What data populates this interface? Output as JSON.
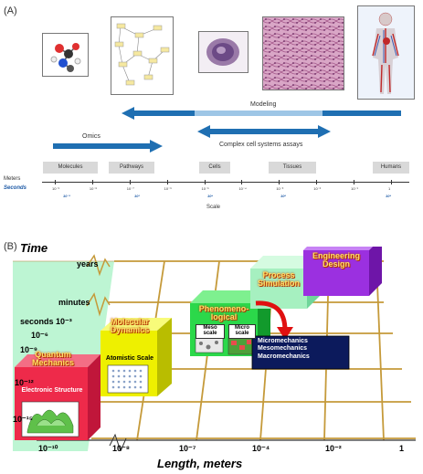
{
  "panel_a": {
    "label": "(A)",
    "modeling_label": "Modeling",
    "omics_label": "Omics",
    "complex_label": "Complex cell systems assays",
    "categories": [
      "Molecules",
      "Pathways",
      "Cells",
      "Tissues",
      "Humans"
    ],
    "meters_label": "Meters",
    "seconds_label": "Seconds",
    "meter_ticks": [
      "10⁻⁹",
      "10⁻⁸",
      "10⁻⁷",
      "10⁻⁶",
      "10⁻⁵",
      "10⁻⁴",
      "10⁻³",
      "10⁻²",
      "10⁻¹",
      "1"
    ],
    "second_ticks": [
      "10⁻⁶",
      "10³",
      "10⁴",
      "10⁶",
      "10⁹"
    ],
    "scale_label": "Scale"
  },
  "panel_b": {
    "label": "(B)",
    "time_axis_title": "Time",
    "time_rows": [
      "years",
      "minutes",
      "seconds 10⁻³",
      "10⁻⁶",
      "10⁻⁹",
      "10⁻¹²",
      "10⁻¹⁵"
    ],
    "length_axis_title": "Length, meters",
    "length_ticks": [
      "10⁻¹⁰",
      "10⁻⁸",
      "10⁻⁷",
      "10⁻⁴",
      "10⁻²",
      "1"
    ],
    "blocks": {
      "quantum": "Quantum Mechanics",
      "electronic": "Electronic Structure",
      "molecular": "Molecular Dynamics",
      "atomistic": "Atomistic Scale",
      "phenom": "Phenomeno-logical",
      "meso": "Meso scale",
      "micro": "Micro scale",
      "process": "Process Simulation",
      "engineering": "Engineering Design",
      "mechanics_1": "Micromechanics",
      "mechanics_2": "Mesomechanics",
      "mechanics_3": "Macromechanics"
    }
  },
  "colors": {
    "arrow_blue": "#1f6fb2",
    "grid_gold": "#c59a3a",
    "quantum_red": "#ee2a4a",
    "molecular_yellow": "#eef000",
    "phenom_green": "#2bd84a",
    "process_mint": "#a6f0c0",
    "engineering_purple": "#9b30e0",
    "time_green": "#bdf5d3"
  }
}
